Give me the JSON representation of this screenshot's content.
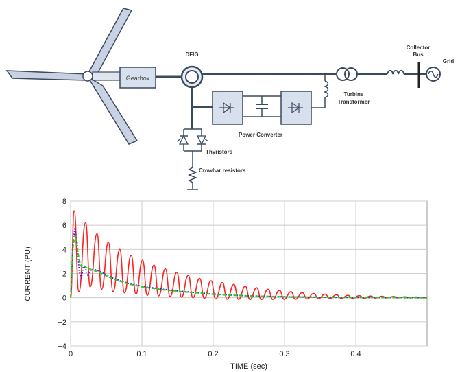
{
  "diagram": {
    "gearbox_label": "Gearbox",
    "dfig_label": "DFIG",
    "power_converter_label": "Power Converter",
    "thyristors_label": "Thyristors",
    "crowbar_label": "Crowbar resistors",
    "turbine_transformer_label_1": "Turbine",
    "turbine_transformer_label_2": "Transformer",
    "collector_bus_label_1": "Collector",
    "collector_bus_label_2": "Bus",
    "grid_label": "Grid"
  },
  "chart_data": {
    "type": "line",
    "xlabel": "TIME (sec)",
    "ylabel": "CURRENT (PU)",
    "xlim": [
      0,
      0.5
    ],
    "ylim": [
      -4,
      8
    ],
    "xticks": [
      "0",
      "0.1",
      "0.2",
      "0.3",
      "0.4"
    ],
    "yticks": [
      "8",
      "6",
      "4",
      "2",
      "0",
      "−2",
      "−4"
    ],
    "grid": true,
    "series": [
      {
        "color": "#ff2020",
        "style": "solid",
        "x": [
          0,
          0.005,
          0.0115,
          0.021,
          0.0275,
          0.037,
          0.0435,
          0.053,
          0.0595,
          0.069,
          0.0755,
          0.085,
          0.0915,
          0.101,
          0.1075,
          0.117,
          0.1235,
          0.133,
          0.1395,
          0.149,
          0.1555,
          0.165,
          0.1715,
          0.181,
          0.1875,
          0.197,
          0.2035,
          0.213,
          0.2195,
          0.229,
          0.2355,
          0.245,
          0.2515,
          0.261,
          0.2675,
          0.277,
          0.2835,
          0.293,
          0.2995,
          0.309,
          0.3155,
          0.325,
          0.3315,
          0.341,
          0.3475,
          0.357,
          0.3635,
          0.373,
          0.3795,
          0.389,
          0.3955,
          0.405,
          0.4115,
          0.421,
          0.4275,
          0.437,
          0.4435,
          0.453,
          0.4595,
          0.469,
          0.4755,
          0.485,
          0.4915,
          0.5
        ],
        "y": [
          0,
          7.2,
          0.5,
          6.2,
          0.9,
          5.3,
          0.7,
          4.6,
          0.5,
          4.0,
          0.4,
          3.5,
          0.3,
          3.1,
          0.2,
          2.7,
          0.15,
          2.4,
          0.1,
          2.1,
          0.05,
          1.85,
          0.0,
          1.6,
          -0.05,
          1.4,
          -0.1,
          1.25,
          -0.12,
          1.1,
          -0.14,
          0.95,
          -0.15,
          0.82,
          -0.15,
          0.7,
          -0.14,
          0.6,
          -0.13,
          0.5,
          -0.12,
          0.42,
          -0.1,
          0.35,
          -0.08,
          0.3,
          -0.07,
          0.25,
          -0.06,
          0.2,
          -0.05,
          0.17,
          -0.04,
          0.14,
          -0.03,
          0.12,
          -0.02,
          0.1,
          -0.02,
          0.08,
          -0.01,
          0.06,
          0.0,
          0.0
        ]
      },
      {
        "color": "#2020ff",
        "style": "dotted",
        "x": [
          0,
          0.003,
          0.006,
          0.009,
          0.012,
          0.015,
          0.018,
          0.021,
          0.024,
          0.03,
          0.04,
          0.05,
          0.06,
          0.08,
          0.1,
          0.13,
          0.16,
          0.2,
          0.25,
          0.3,
          0.35,
          0.4,
          0.45,
          0.5
        ],
        "y": [
          0,
          4.2,
          5.8,
          4.6,
          2.2,
          1.6,
          2.6,
          2.4,
          1.9,
          2.4,
          2.2,
          1.9,
          1.6,
          1.2,
          0.95,
          0.7,
          0.5,
          0.3,
          0.15,
          0.08,
          0.04,
          0.02,
          0.01,
          0.0
        ]
      },
      {
        "color": "#20d020",
        "style": "dashed",
        "x": [
          0,
          0.003,
          0.006,
          0.009,
          0.012,
          0.015,
          0.018,
          0.022,
          0.03,
          0.04,
          0.05,
          0.06,
          0.08,
          0.1,
          0.13,
          0.16,
          0.2,
          0.25,
          0.3,
          0.35,
          0.4,
          0.45,
          0.5
        ],
        "y": [
          0,
          4.0,
          5.2,
          4.3,
          3.1,
          2.6,
          2.7,
          2.5,
          2.3,
          2.1,
          1.8,
          1.55,
          1.15,
          0.9,
          0.65,
          0.48,
          0.28,
          0.14,
          0.07,
          0.04,
          0.02,
          0.01,
          0.0
        ]
      }
    ]
  }
}
